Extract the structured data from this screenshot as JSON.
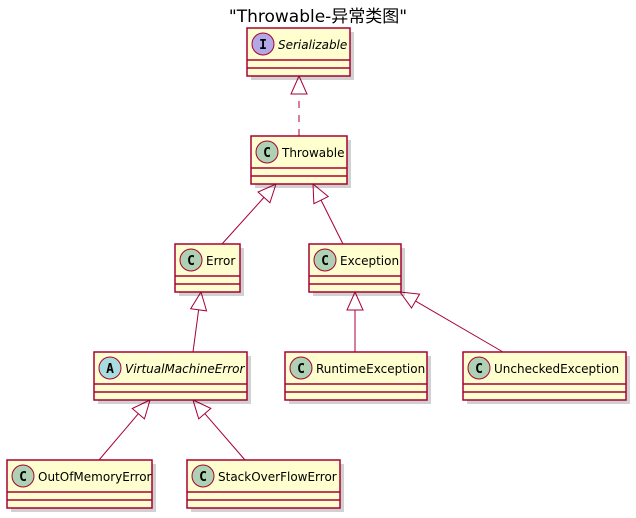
{
  "title": "\"Throwable-异常类图\"",
  "colors": {
    "box_fill": "#FEFECE",
    "border": "#A80036",
    "class_circle": "#ADD1B2",
    "interface_circle": "#B4A7E5",
    "abstract_circle": "#A9DCDF"
  },
  "classes": [
    {
      "id": "serializable",
      "name": "Serializable",
      "kind": "interface",
      "letter": "I",
      "italic": true
    },
    {
      "id": "throwable",
      "name": "Throwable",
      "kind": "class",
      "letter": "C",
      "italic": false
    },
    {
      "id": "error",
      "name": "Error",
      "kind": "class",
      "letter": "C",
      "italic": false
    },
    {
      "id": "exception",
      "name": "Exception",
      "kind": "class",
      "letter": "C",
      "italic": false
    },
    {
      "id": "virtualmachineerror",
      "name": "VirtualMachineError",
      "kind": "abstract",
      "letter": "A",
      "italic": true
    },
    {
      "id": "runtimeexception",
      "name": "RuntimeException",
      "kind": "class",
      "letter": "C",
      "italic": false
    },
    {
      "id": "uncheckedexception",
      "name": "UncheckedException",
      "kind": "class",
      "letter": "C",
      "italic": false
    },
    {
      "id": "outofmemoryerror",
      "name": "OutOfMemoryError",
      "kind": "class",
      "letter": "C",
      "italic": false
    },
    {
      "id": "stackoverflowerror",
      "name": "StackOverFlowError",
      "kind": "class",
      "letter": "C",
      "italic": false
    }
  ],
  "relations": [
    {
      "from": "throwable",
      "to": "serializable",
      "type": "realization"
    },
    {
      "from": "error",
      "to": "throwable",
      "type": "inheritance"
    },
    {
      "from": "exception",
      "to": "throwable",
      "type": "inheritance"
    },
    {
      "from": "virtualmachineerror",
      "to": "error",
      "type": "inheritance"
    },
    {
      "from": "runtimeexception",
      "to": "exception",
      "type": "inheritance"
    },
    {
      "from": "uncheckedexception",
      "to": "exception",
      "type": "inheritance"
    },
    {
      "from": "outofmemoryerror",
      "to": "virtualmachineerror",
      "type": "inheritance"
    },
    {
      "from": "stackoverflowerror",
      "to": "virtualmachineerror",
      "type": "inheritance"
    }
  ]
}
